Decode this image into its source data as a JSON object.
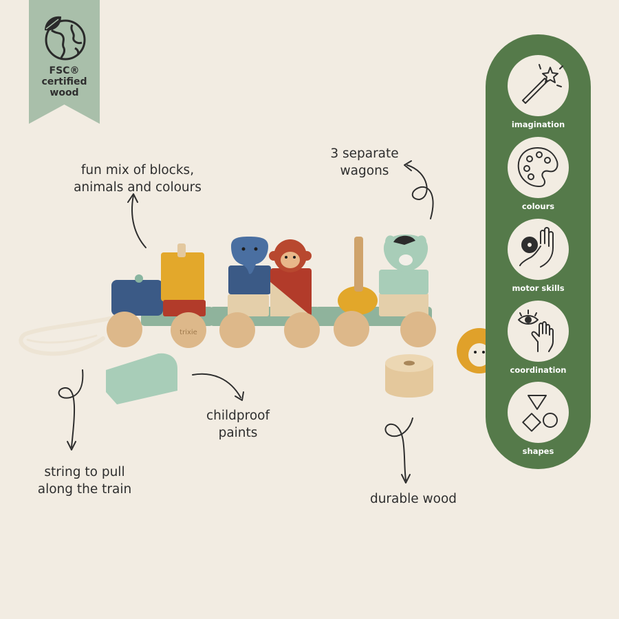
{
  "badge": {
    "lines": [
      "FSC®",
      "certified",
      "wood"
    ],
    "icon": "leaf-globe-icon"
  },
  "annotations": {
    "mix": [
      "fun mix of blocks,",
      "animals and colours"
    ],
    "wagons": [
      "3 separate",
      "wagons"
    ],
    "string": [
      "string to pull",
      "along the train"
    ],
    "paints": [
      "childproof",
      "paints"
    ],
    "wood": [
      "durable wood"
    ]
  },
  "toy": {
    "brand": "trixie"
  },
  "benefits": [
    {
      "label": "imagination",
      "icon": "magic-wand-icon"
    },
    {
      "label": "colours",
      "icon": "palette-icon"
    },
    {
      "label": "motor skills",
      "icon": "hand-with-ring-icon"
    },
    {
      "label": "coordination",
      "icon": "eye-and-hand-icon"
    },
    {
      "label": "shapes",
      "icon": "shapes-icon"
    }
  ],
  "colors": {
    "background": "#f2ece2",
    "pill_green": "#557a4a",
    "ribbon_green": "#a9bfaa",
    "text": "#2e2e2e"
  }
}
